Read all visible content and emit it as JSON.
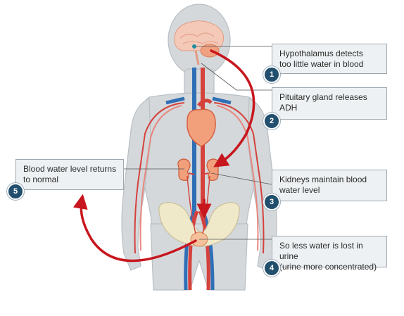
{
  "steps": [
    {
      "number": "1",
      "text": "Hypothalamus detects\ntoo little water in blood"
    },
    {
      "number": "2",
      "text": "Pituitary gland releases\n ADH"
    },
    {
      "number": "3",
      "text": "Kidneys maintain blood\nwater level"
    },
    {
      "number": "4",
      "text": "So less water is lost in urine\n(urine more concentrated)"
    },
    {
      "number": "5",
      "text": "Blood water level returns\nto normal"
    }
  ],
  "colors": {
    "body_fill": "#d4d8db",
    "body_outline": "#b9bfc4",
    "artery": "#d5413c",
    "vein": "#2f6fb6",
    "organ": "#f2a07c",
    "bone": "#f0e9c9",
    "arrow": "#c8161e",
    "badge": "#214f6d",
    "callout_bg": "#eef1f3"
  }
}
